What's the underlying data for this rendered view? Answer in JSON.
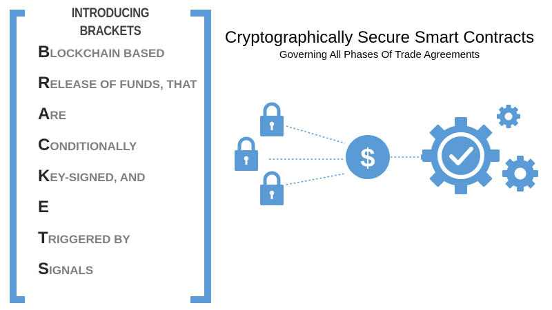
{
  "heading": "INTRODUCING BRACKETS",
  "acronym": [
    {
      "initial": "B",
      "rest": "lockchain based"
    },
    {
      "initial": "R",
      "rest": "elease of funds, that"
    },
    {
      "initial": "A",
      "rest": "re"
    },
    {
      "initial": "C",
      "rest": "onditionally"
    },
    {
      "initial": "K",
      "rest": "ey-signed, and"
    },
    {
      "initial": "E",
      "rest": ""
    },
    {
      "initial": "T",
      "rest": "riggered by"
    },
    {
      "initial": "S",
      "rest": "ignals"
    }
  ],
  "title": "Cryptographically Secure Smart Contracts",
  "subtitle": "Governing All Phases Of Trade Agreements",
  "colors": {
    "accent": "#5b9bd5",
    "initial_text": "#262626",
    "rest_text": "#7f7f7f"
  },
  "icons": {
    "locks": [
      "padlock-icon",
      "padlock-icon",
      "padlock-icon"
    ],
    "center": "dollar-coin-icon",
    "target": "gear-checkmark-icon",
    "small_gears": [
      "gear-icon",
      "gear-icon"
    ]
  }
}
